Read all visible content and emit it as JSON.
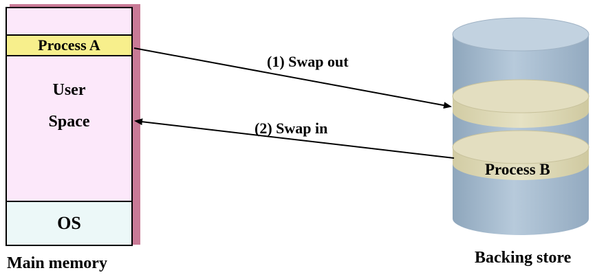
{
  "main_memory": {
    "caption": "Main memory",
    "process_a": "Process A",
    "user_space_line1": "User",
    "user_space_line2": "Space",
    "os": "OS"
  },
  "backing_store": {
    "caption": "Backing store",
    "process_b": "Process B"
  },
  "arrows": {
    "swap_out": "(1) Swap out",
    "swap_in": "(2) Swap in"
  },
  "colors": {
    "memory_fill": "#fce8fa",
    "memory_shadow": "#c97a96",
    "process_a_fill": "#f7ef8c",
    "os_fill": "#ecf8f8",
    "cylinder_fill": "#a9bfd2",
    "disk_fill": "#ddd8b6"
  }
}
